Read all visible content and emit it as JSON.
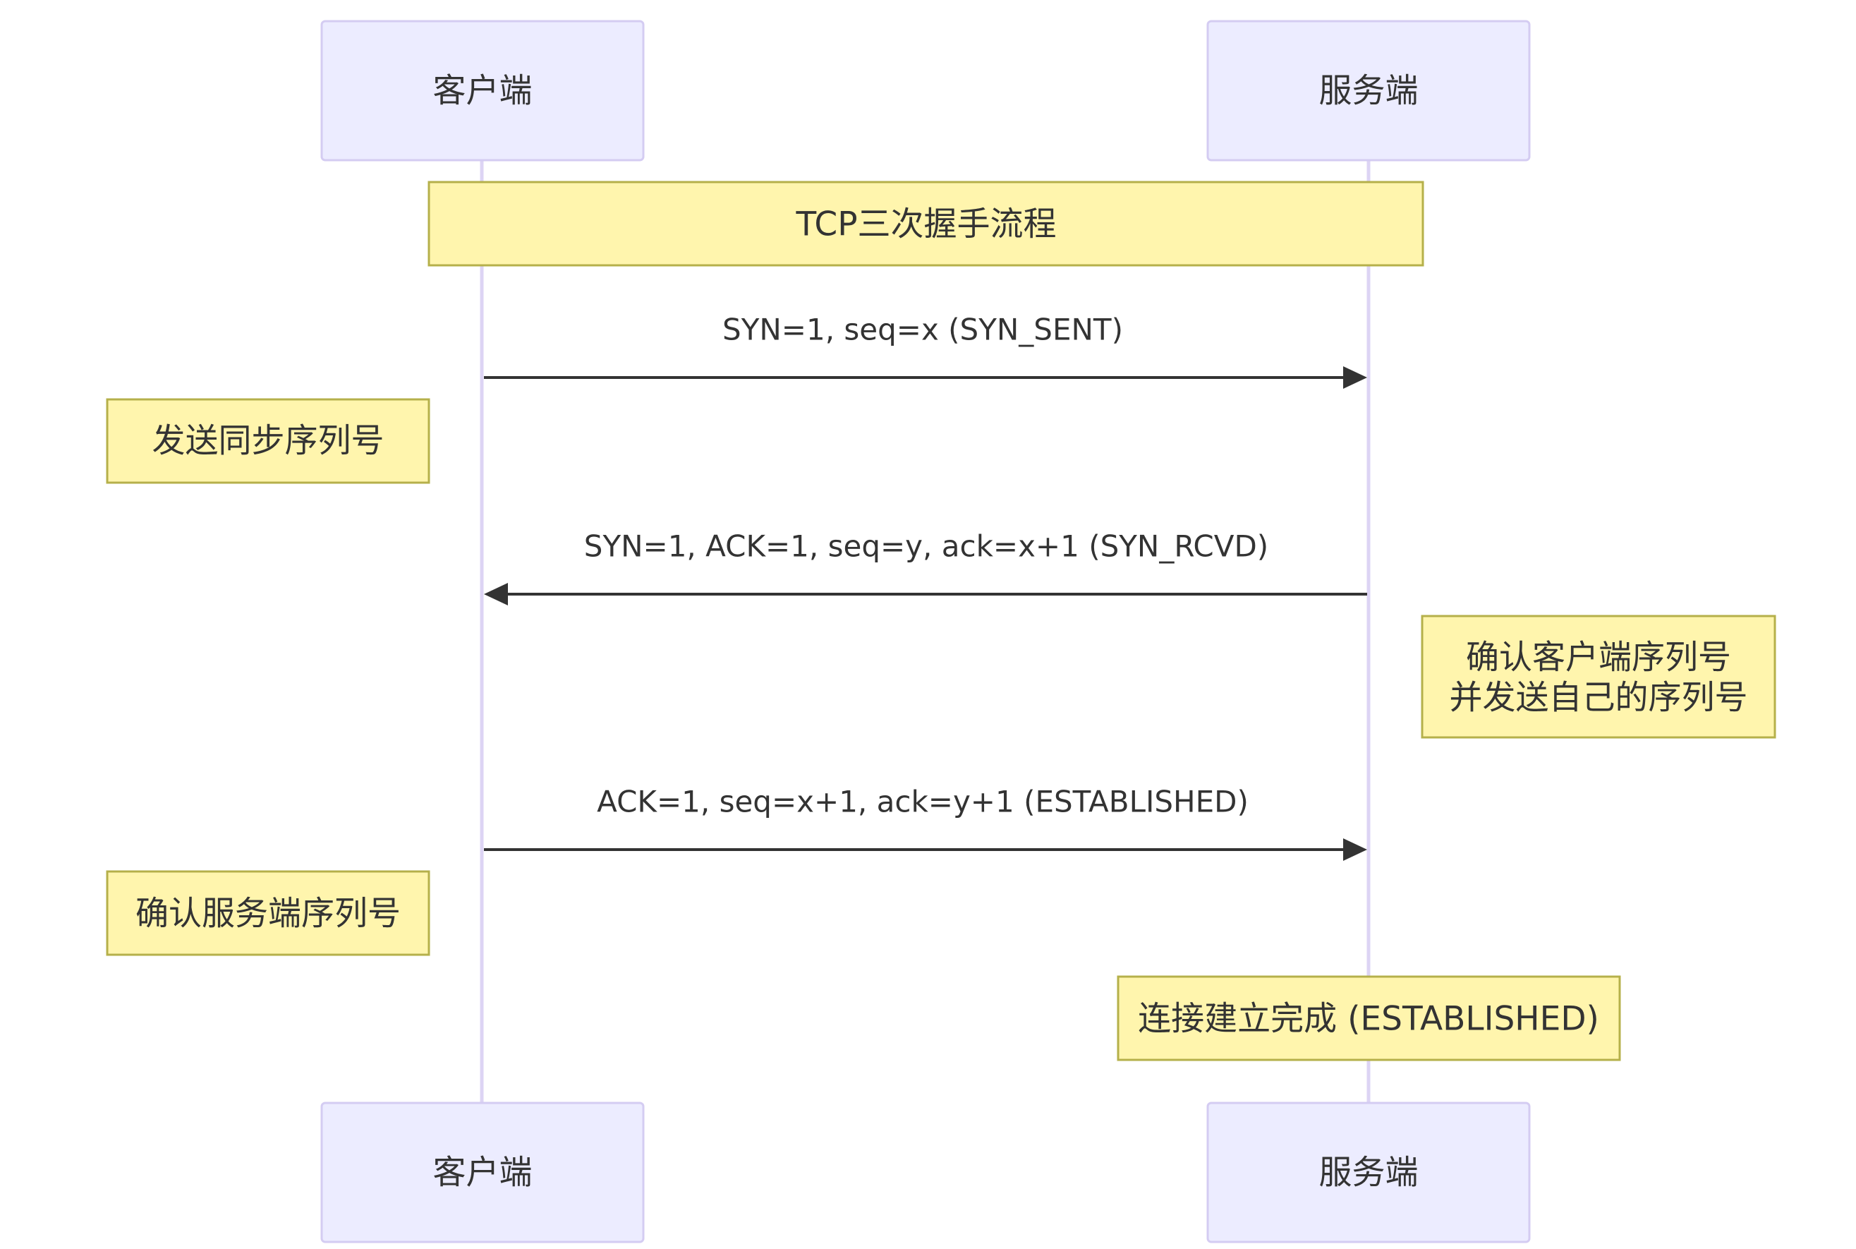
{
  "participants": {
    "client": "客户端",
    "server": "服务端"
  },
  "notes": {
    "title": "TCP三次握手流程",
    "client_step1": "发送同步序列号",
    "server_step2_line1": "确认客户端序列号",
    "server_step2_line2": "并发送自己的序列号",
    "client_step3": "确认服务端序列号",
    "server_done": "连接建立完成 (ESTABLISHED)"
  },
  "messages": [
    {
      "from": "客户端",
      "to": "服务端",
      "text": "SYN=1, seq=x (SYN_SENT)"
    },
    {
      "from": "服务端",
      "to": "客户端",
      "text": "SYN=1, ACK=1, seq=y, ack=x+1 (SYN_RCVD)"
    },
    {
      "from": "客户端",
      "to": "服务端",
      "text": "ACK=1, seq=x+1, ack=y+1 (ESTABLISHED)"
    }
  ],
  "colors": {
    "actor_fill": "#ececff",
    "actor_border": "#d4ccf2",
    "note_fill": "#fff5ad",
    "note_border": "#b5b04a",
    "line": "#333333"
  }
}
